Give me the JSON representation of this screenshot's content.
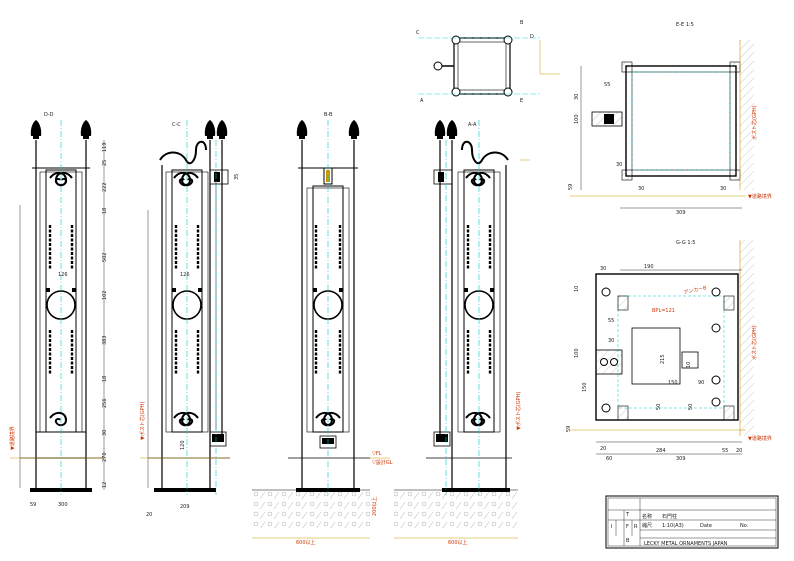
{
  "views": {
    "d": "D-D",
    "c": "C-C",
    "b": "B-B",
    "a": "A-A",
    "e": "E-E 1:5",
    "g": "G-G 1:5"
  },
  "plan_marks": {
    "b": "B",
    "c": "C",
    "d": "D",
    "a": "A",
    "e": "E"
  },
  "dims_d_vertical": [
    "119",
    "25",
    "222",
    "18",
    "502",
    "102",
    "383",
    "18",
    "256",
    "30",
    "270",
    "12"
  ],
  "dims_d_bottom": [
    "59",
    "300"
  ],
  "dim_d_inner": "126",
  "dims_c_bottom": [
    "20",
    "209"
  ],
  "dim_c_inner": "126",
  "dim_c_small": "35",
  "dim_c_low": "120",
  "dim_e": {
    "w1": "55",
    "w2": "30",
    "h1": "100",
    "h2": "30",
    "b1": "59",
    "b2": "30",
    "b3": "30",
    "total": "309"
  },
  "dim_g": {
    "t1": "30",
    "t2": "190",
    "l1": "10",
    "l2": "100",
    "l3": "150",
    "l4": "59",
    "m1": "55",
    "m2": "30",
    "m3": "215",
    "m4": "150",
    "m5": "90",
    "m6": "10",
    "m7": "50",
    "m8": "50",
    "b1": "20",
    "b2": "60",
    "b3": "284",
    "b4": "55",
    "b5": "20",
    "b6": "309"
  },
  "labels": {
    "bpl": "BPL=121",
    "anchor": "アンカーB",
    "road_level_e": "▼道路境界",
    "road_level_g": "▼道路境界",
    "post_center_e": "ポスト芯(GPH)",
    "post_center_g": "ポスト芯(GPH)",
    "ground_1": "▼道路境界",
    "ground_2": "▼ポスト芯(GPH)",
    "ground_3": "▼ポスト芯(GPH)",
    "gl": "▽設計GL",
    "fl": "▽FL",
    "depth": "600以上",
    "depth2": "600以上",
    "depth_v": "200以上"
  },
  "title_block": {
    "name_label": "名称",
    "name": "石門柱",
    "scale_label": "縮尺",
    "scale": "1:10(A3)",
    "date_label": "Date",
    "no_label": "No.",
    "company": "LECKY METAL ORNAMENTS JAPAN",
    "t": "T",
    "i": "I",
    "f": "F",
    "r": "R",
    "b": "B"
  }
}
